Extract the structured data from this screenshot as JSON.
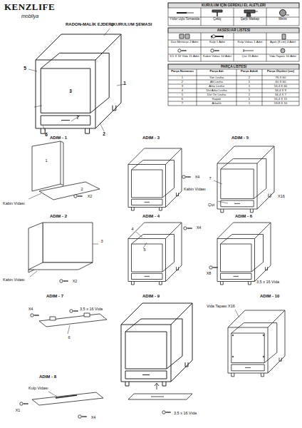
{
  "diagram": {
    "title": "RADON-MALİK EJDER KURULUM ŞEMASI",
    "labels": [
      "KENZLIFE",
      "mobilya",
      "1",
      "2",
      "3",
      "4",
      "5",
      "6",
      "7",
      "KURULUM İÇİN GEREKLİ EL ALETLERİ",
      "Yıldız Uçlu Tornavida",
      "Çekiç",
      "Şarjlı Matkap",
      "Metre",
      "AKSESUAR LİSTESİ",
      "Düz Menteşe 2 Adet",
      "Kulp 1 Adet",
      "Kulp Vidası 1 Adet",
      "Ayak (8 cm) 4 Adet",
      "3,5 X 16 Vida 15 Adet",
      "Kabin Vidası 10 Adet",
      "Çivi 15 Adet",
      "Vida Tapası 10 Adet",
      "PARÇA LİSTESİ",
      "Parça Numarası",
      "Parça Adı",
      "Parça Adedi",
      "Parça Ölçüleri (cm)",
      "1",
      "Yan Levha",
      "2",
      "76 X 60",
      "2",
      "Alt Levha",
      "1",
      "60 X 60",
      "3",
      "Arka Levha",
      "1",
      "56,4 X 60",
      "4",
      "Üst Arka Levha",
      "1",
      "56,4 X 9",
      "5",
      "Üst Ön Levha",
      "1",
      "56,4 X 7",
      "6",
      "Kapak",
      "1",
      "56,4 X 15",
      "7",
      "Arkalık",
      "1",
      "59,8 X 10",
      "ADIM - 1",
      "1",
      "2",
      "Kabin Vidası",
      "X2",
      "ADIM - 3",
      "X4",
      "Kabin Vidası",
      "ADIM - 5",
      "7",
      "Çivi",
      "X16",
      "ADIM - 2",
      "3",
      "Kabin Vidası",
      "X2",
      "ADIM - 4",
      "4",
      "5",
      "X4",
      "ADIM - 6",
      "X8",
      "3,5 x 16 Vida",
      "ADIM - 7",
      "X4",
      "3,5 x 16 Vida",
      "6",
      "ADIM - 9",
      "3,5 x 16 Vida",
      "ADIM - 10",
      "Vida Tapası X16",
      "ADIM - 8",
      "Kulp Vidası",
      "X1",
      "X4"
    ]
  }
}
